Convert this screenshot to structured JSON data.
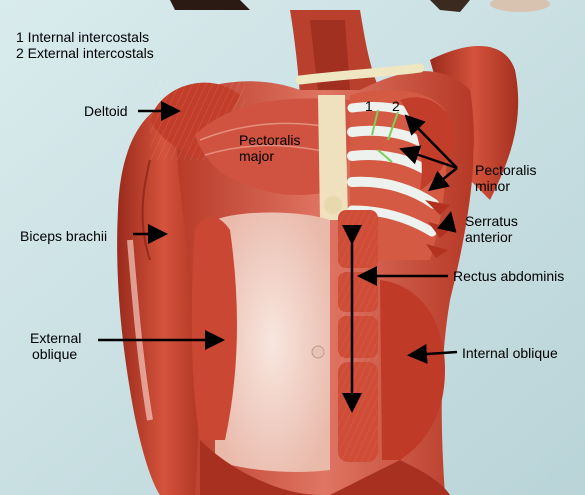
{
  "legend": [
    "1 Internal intercostals",
    "2 External intercostals"
  ],
  "labels": {
    "deltoid": "Deltoid",
    "pectoralis_major_1": "Pectoralis",
    "pectoralis_major_2": "major",
    "pectoralis_minor_1": "Pectoralis",
    "pectoralis_minor_2": "minor",
    "biceps_brachii": "Biceps brachii",
    "serratus_anterior_1": "Serratus",
    "serratus_anterior_2": "anterior",
    "rectus_abdominis": "Rectus abdominis",
    "external_oblique_1": "External",
    "external_oblique_2": "oblique",
    "internal_oblique": "Internal oblique"
  },
  "markers": {
    "one": "1",
    "two": "2"
  },
  "colors": {
    "background": "#cfe3e6",
    "muscle": "#c9422f",
    "muscle_dark": "#8f2218",
    "muscle_light": "#e06a55",
    "fascia": "#f2d9cf",
    "bone": "#efe6c2",
    "intercostal_accent": "#7ccf5a"
  }
}
